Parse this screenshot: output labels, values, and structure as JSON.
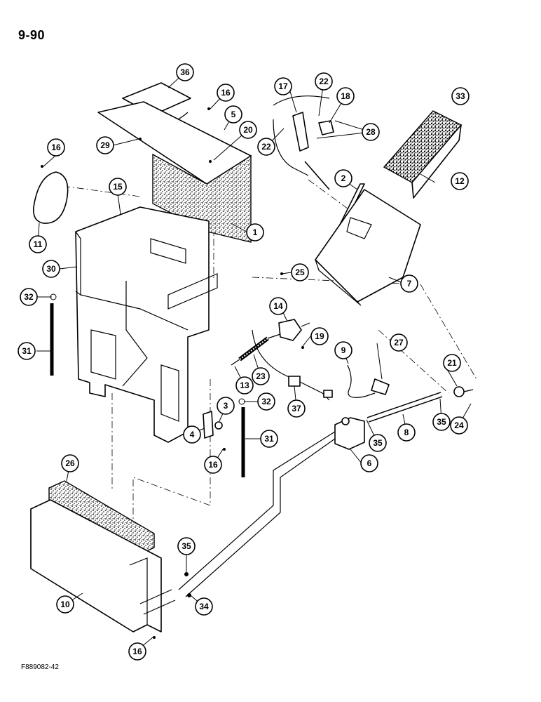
{
  "page_number": "9-90",
  "figure_code": "F889082-42",
  "callouts": [
    "36",
    "16",
    "5",
    "20",
    "29",
    "17",
    "22",
    "18",
    "33",
    "28",
    "22",
    "16",
    "15",
    "2",
    "12",
    "1",
    "11",
    "30",
    "25",
    "7",
    "32",
    "14",
    "19",
    "31",
    "9",
    "27",
    "21",
    "13",
    "23",
    "3",
    "32",
    "37",
    "8",
    "35",
    "24",
    "31",
    "35",
    "4",
    "16",
    "6",
    "26",
    "35",
    "10",
    "34",
    "16"
  ]
}
